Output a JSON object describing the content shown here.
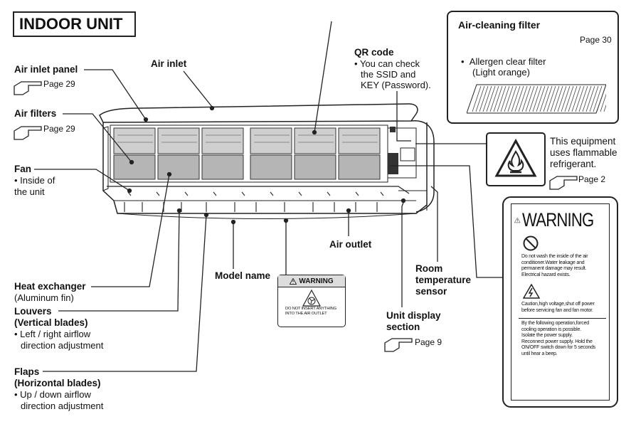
{
  "title": "INDOOR UNIT",
  "page_ref_prefix": "Page",
  "labels": {
    "air_inlet_panel": {
      "label": "Air inlet panel",
      "page": "29"
    },
    "air_filters": {
      "label": "Air filters",
      "page": "29"
    },
    "fan": {
      "label": "Fan",
      "desc": "Inside of the unit"
    },
    "air_inlet": {
      "label": "Air inlet"
    },
    "qr_code": {
      "label": "QR code",
      "desc_line1": "You can check",
      "desc_line2": "the SSID and",
      "desc_line3": "KEY (Password)."
    },
    "heat_exchanger": {
      "label": "Heat exchanger",
      "desc": "(Aluminum fin)"
    },
    "louvers": {
      "label": "Louvers",
      "label2": "(Vertical blades)",
      "desc_line1": "Left / right airflow",
      "desc_line2": "direction adjustment"
    },
    "flaps": {
      "label": "Flaps",
      "label2": "(Horizontal blades)",
      "desc_line1": "Up / down airflow",
      "desc_line2": "direction adjustment"
    },
    "model_name": {
      "label": "Model name"
    },
    "air_outlet": {
      "label": "Air outlet"
    },
    "room_temp_sensor": {
      "line1": "Room",
      "line2": "temperature",
      "line3": "sensor"
    },
    "unit_display": {
      "line1": "Unit display",
      "line2": "section",
      "page": "9"
    }
  },
  "filter_box": {
    "title": "Air-cleaning filter",
    "page": "30",
    "item_line1": "Allergen clear filter",
    "item_line2": "(Light orange)"
  },
  "flammable": {
    "line1": "This equipment",
    "line2": "uses flammable",
    "line3": "refrigerant.",
    "page": "2"
  },
  "outlet_warning": {
    "title": "WARNING",
    "line1": "DO NOT INSERT ANYTHING",
    "line2": "INTO THE AIR OUTLET"
  },
  "warning_panel": {
    "title": "WARNING",
    "text1_l1": "Do not wash the inside of the air",
    "text1_l2": "conditioner.Water leakage and",
    "text1_l3": "permanent damage may result.",
    "text1_l4": "Electrical hazard exists.",
    "text2_l1": "Caution,high voltage,shut off power",
    "text2_l2": "before servicing fan and fan motor.",
    "text3_l1": "By the following operation,forced",
    "text3_l2": "cooling operation is possible.",
    "text3_l3": "Isolate the power supply.",
    "text3_l4": "Reconnect power supply. Hold the",
    "text3_l5": "ON/OFF switch down for 5 seconds",
    "text3_l6": "until hear a beep."
  }
}
